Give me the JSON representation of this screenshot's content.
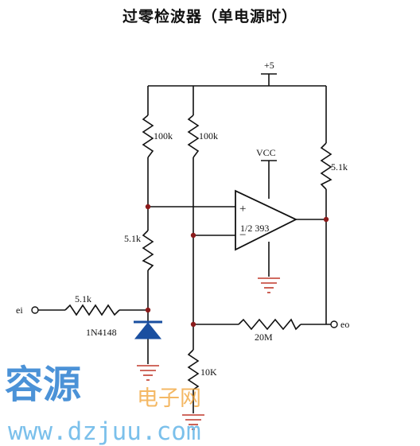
{
  "title": "过零检波器（单电源时）",
  "labels": {
    "plus5": "+5",
    "r1": "100k",
    "r2": "100k",
    "vcc": "VCC",
    "r_pullup": "5.1k",
    "opamp_plus": "+",
    "opamp_minus": "−",
    "opamp_name": "1/2 393",
    "r_mid": "5.1k",
    "r_in": "5.1k",
    "ei": "ei",
    "diode": "1N4148",
    "r_fb": "20M",
    "eo": "eo",
    "r_bottom": "10K"
  },
  "watermark": {
    "main": "容源",
    "sub": "电子网",
    "url": "www.dzjuu.com"
  },
  "colors": {
    "wire": "#111111",
    "ground": "#c0392b",
    "diode": "#1a4fa0",
    "watermark_blue": "#2b7fd0",
    "watermark_orange": "#f0a030"
  }
}
